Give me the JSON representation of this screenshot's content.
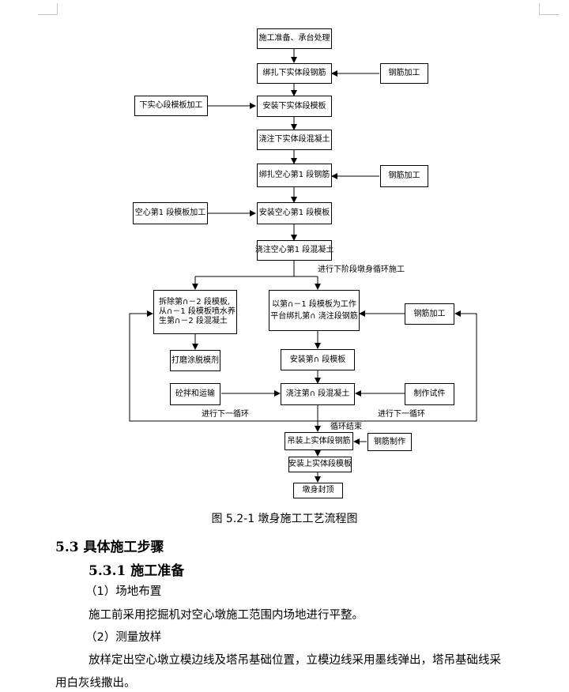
{
  "flowchart": {
    "prep": "施工准备、承台处理",
    "tie_lower": "绑扎下实体段钢筋",
    "rebar_1": "钢筋加工",
    "lower_form_make": "下实心段模板加工",
    "install_lower": "安装下实体段模板",
    "pour_lower": "浇注下实体段混凝土",
    "tie_hollow1": "绑扎空心第1 段钢筋",
    "rebar_2": "钢筋加工",
    "hollow_form_make": "空心第1 段模板加工",
    "install_hollow1": "安装空心第1 段模板",
    "pour_hollow1": "浇注空心第1 段混凝土",
    "next_stage": "进行下阶段墩身循环施工",
    "remove_lines": [
      "拆除第∩－2 段模板,",
      "从∩－1 段模板喷水养",
      "生第∩－2 段混凝土"
    ],
    "platform_lines": [
      "以第∩－1 段模板为工作",
      "平台绑扎第∩ 浇注段钢筋"
    ],
    "rebar_3": "钢筋加工",
    "polish": "打磨涂脱模剂",
    "install_n": "安装第∩ 段模板",
    "mix": "砼拌和运输",
    "pour_n": "浇注第∩ 段混凝土",
    "test_pieces": "制作试件",
    "next_cycle_left": "进行下一循环",
    "next_cycle_right": "进行下一循环",
    "cycle_end": "循环结束",
    "hoist_upper": "吊装上实体段钢筋",
    "rebar_make": "钢筋制作",
    "install_upper": "安装上实体段模板",
    "seal_top": "墩身封顶"
  },
  "caption": "图 5.2-1 墩身施工工艺流程图",
  "heading_1": "5.3 具体施工步骤",
  "heading_2": "5.3.1 施工准备",
  "item_1": "（1）场地布置",
  "para_1": "施工前采用挖掘机对空心墩施工范围内场地进行平整。",
  "item_2": "（2）测量放样",
  "para_2_line1": "放样定出空心墩立模边线及塔吊基础位置，立模边线采用墨线弹出，塔吊基础线采",
  "para_2_line2": "用白灰线撒出。"
}
